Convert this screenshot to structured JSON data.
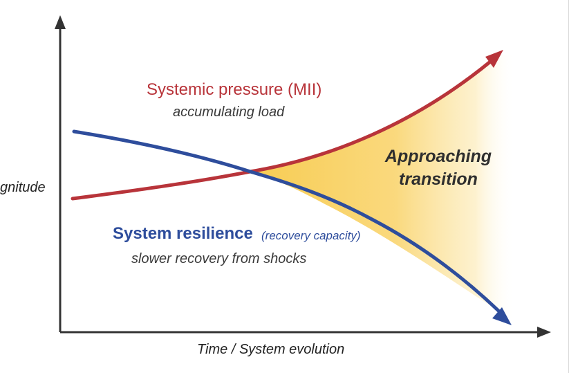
{
  "pressure_curve": {
    "title": "Systemic pressure (MII)",
    "subtitle": "accumulating load",
    "color": "#b8343a"
  },
  "resilience_curve": {
    "title": "System resilience",
    "note": "(recovery capacity)",
    "subtitle": "slower recovery from shocks",
    "color": "#2e4d9c"
  },
  "transition_zone": {
    "line1": "Approaching",
    "line2": "transition",
    "fill_color": "#f7c948"
  },
  "axes": {
    "y_label": "gnitude",
    "x_label": "Time / System evolution",
    "color": "#333333"
  }
}
